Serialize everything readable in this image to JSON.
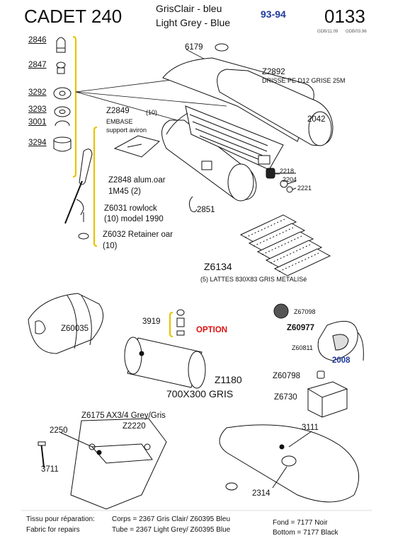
{
  "header": {
    "model": "CADET 240",
    "colour_fr": "GrisClair - bleu",
    "colour_en": "Light Grey - Blue",
    "years": "93-94",
    "ref": "0133",
    "note_left": "GDB/11.09",
    "note_right": "GDB/03.96"
  },
  "parts": {
    "p2846": "2846",
    "p2847": "2847",
    "p3292": "3292",
    "p3293": "3293",
    "p3001": "3001",
    "p3294": "3294",
    "p6179": "6179",
    "z2892": "Z2892",
    "z2892_desc": "DRISSE PE D12 GRISE 25M",
    "z2849": "Z2849",
    "z2849_qty": "(10)",
    "z2849_fr": "EMBASE",
    "z2849_en": "support aviron",
    "p2042": "2042",
    "z2848": "Z2848 alum.oar",
    "z2848_desc": "1M45 (2)",
    "p2218": "2218",
    "p2204": "2204",
    "p2221": "2221",
    "z6031": "Z6031 rowlock",
    "z6031_desc": "(10) model 1990",
    "p2851": "2851",
    "z6032": "Z6032 Retainer oar",
    "z6032_qty": "(10)",
    "z6134": "Z6134",
    "z6134_desc": "(5) LATTES  830X83 GRIS METALISé",
    "z60035": "Z60035",
    "p3919": "3919",
    "option": "OPTION",
    "z67098": "Z67098",
    "z60977": "Z60977",
    "z60811": "Z60811",
    "y2008": "2008",
    "z1180": "Z1180",
    "z1180_desc": "700X300 GRIS",
    "z60798": "Z60798",
    "z6730": "Z6730",
    "z6175": "Z6175 AX3/4  Grey/Gris",
    "z2220": "Z2220",
    "p2250": "2250",
    "p3111": "3111",
    "p3711": "3711",
    "p2314": "2314"
  },
  "footer": {
    "repair_fr": "Tissu pour réparation:",
    "repair_en": "Fabric for repairs",
    "corps": "Corps =  2367  Gris Clair/ Z60395 Bleu",
    "tube": "Tube  = 2367 Light Grey/ Z60395 Blue",
    "fond": "Fond      = 7177 Noir",
    "bottom": "Bottom = 7177 Black"
  },
  "colors": {
    "ink": "#111111",
    "bracket": "#e8c400",
    "accent_blue": "#1e3a9a",
    "option_red": "#dd1111"
  }
}
